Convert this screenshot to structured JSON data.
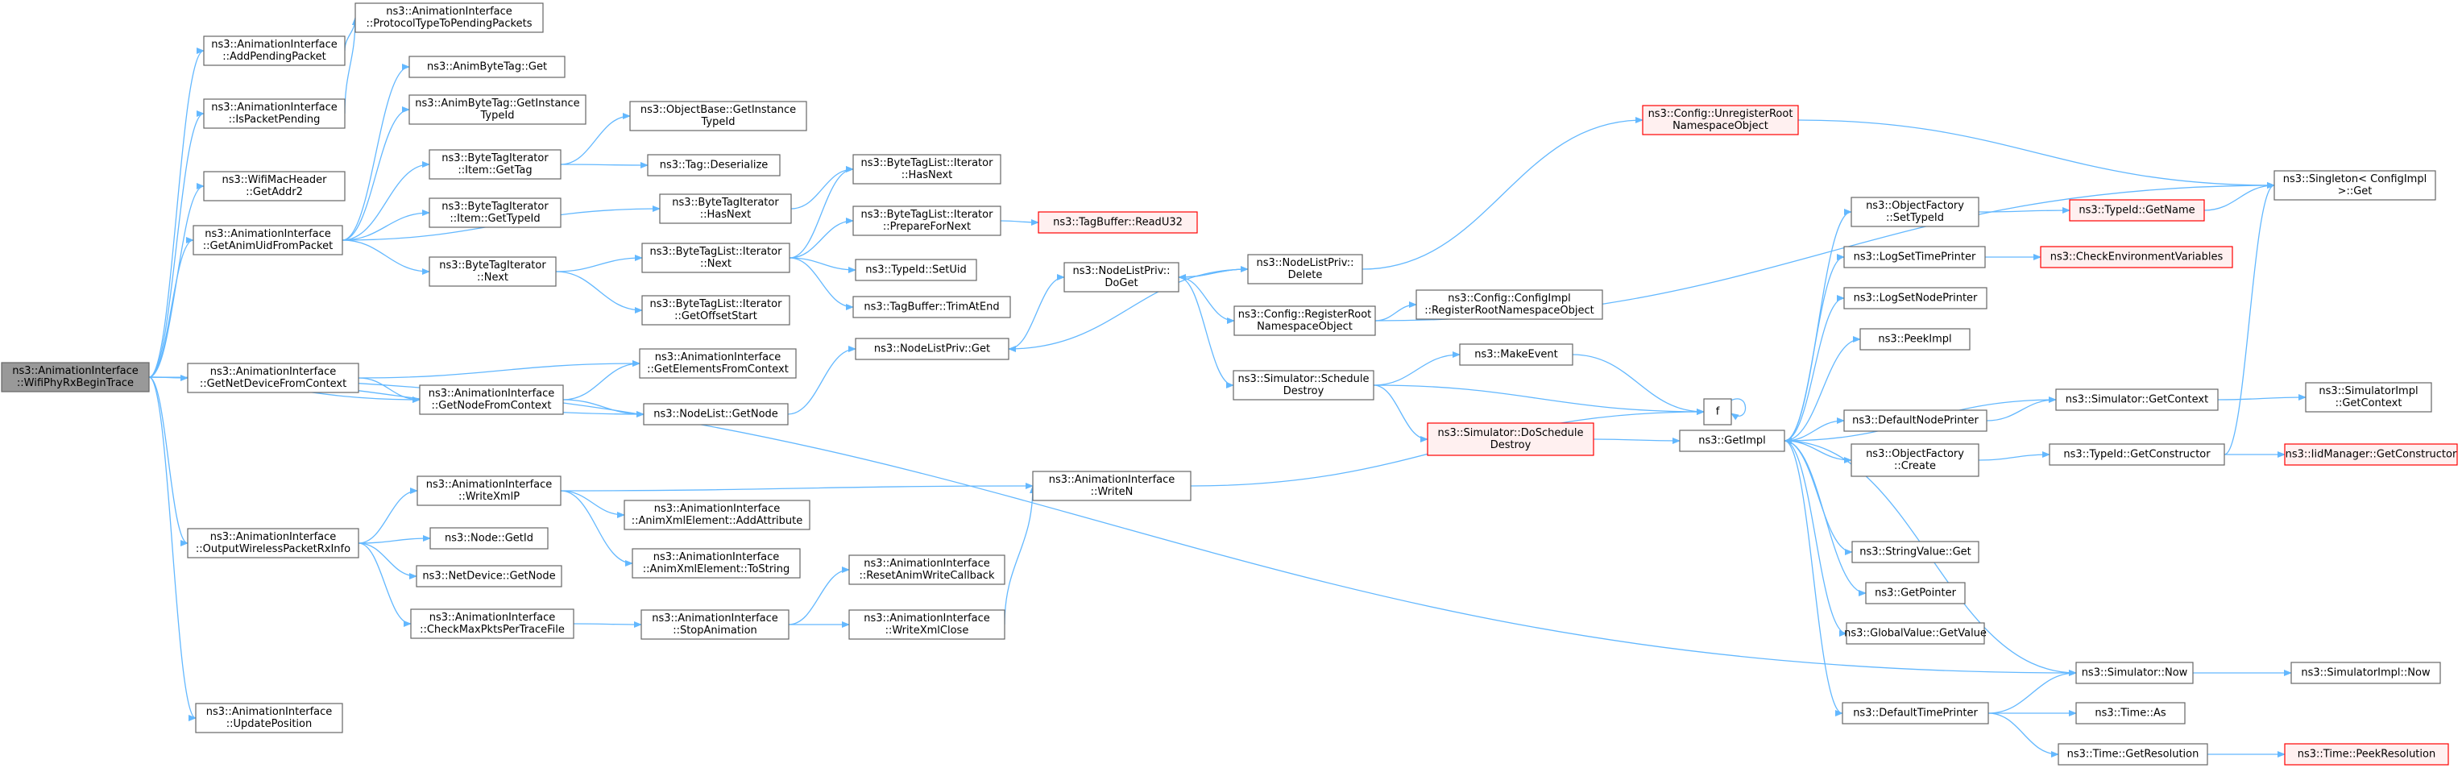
{
  "colors": {
    "edge": "#63b8ff",
    "node_border": "#666666",
    "root_fill": "#999999",
    "truncated_border": "#ff0000",
    "truncated_fill": "#fff0f0"
  },
  "nodes": [
    {
      "id": "root",
      "lines": [
        "ns3::AnimationInterface",
        "::WifiPhyRxBeginTrace"
      ],
      "style": "root"
    },
    {
      "id": "addPending",
      "lines": [
        "ns3::AnimationInterface",
        "::AddPendingPacket"
      ]
    },
    {
      "id": "protoType",
      "lines": [
        "ns3::AnimationInterface",
        "::ProtocolTypeToPendingPackets"
      ]
    },
    {
      "id": "isPacketPending",
      "lines": [
        "ns3::AnimationInterface",
        "::IsPacketPending"
      ]
    },
    {
      "id": "animByteTagGet",
      "lines": [
        "ns3::AnimByteTag::Get"
      ]
    },
    {
      "id": "animByteTagGetInst",
      "lines": [
        "ns3::AnimByteTag::GetInstance",
        "TypeId"
      ]
    },
    {
      "id": "wifiMacHeader",
      "lines": [
        "ns3::WifiMacHeader",
        "::GetAddr2"
      ]
    },
    {
      "id": "itemGetTag",
      "lines": [
        "ns3::ByteTagIterator",
        "::Item::GetTag"
      ]
    },
    {
      "id": "objectBaseGetInst",
      "lines": [
        "ns3::ObjectBase::GetInstance",
        "TypeId"
      ]
    },
    {
      "id": "tagDeserialize",
      "lines": [
        "ns3::Tag::Deserialize"
      ]
    },
    {
      "id": "getAnimUid",
      "lines": [
        "ns3::AnimationInterface",
        "::GetAnimUidFromPacket"
      ]
    },
    {
      "id": "itemGetTypeId",
      "lines": [
        "ns3::ByteTagIterator",
        "::Item::GetTypeId"
      ]
    },
    {
      "id": "btiHasNext",
      "lines": [
        "ns3::ByteTagIterator",
        "::HasNext"
      ]
    },
    {
      "id": "btlIterHasNext",
      "lines": [
        "ns3::ByteTagList::Iterator",
        "::HasNext"
      ]
    },
    {
      "id": "btiNext",
      "lines": [
        "ns3::ByteTagIterator",
        "::Next"
      ]
    },
    {
      "id": "btlIterNext",
      "lines": [
        "ns3::ByteTagList::Iterator",
        "::Next"
      ]
    },
    {
      "id": "prepareForNext",
      "lines": [
        "ns3::ByteTagList::Iterator",
        "::PrepareForNext"
      ]
    },
    {
      "id": "tagBufferReadU32",
      "lines": [
        "ns3::TagBuffer::ReadU32"
      ],
      "style": "red"
    },
    {
      "id": "typeIdSetUid",
      "lines": [
        "ns3::TypeId::SetUid"
      ]
    },
    {
      "id": "getOffsetStart",
      "lines": [
        "ns3::ByteTagList::Iterator",
        "::GetOffsetStart"
      ]
    },
    {
      "id": "tagBufferTrimAtEnd",
      "lines": [
        "ns3::TagBuffer::TrimAtEnd"
      ]
    },
    {
      "id": "unregisterRoot",
      "lines": [
        "ns3::Config::UnregisterRoot",
        "NamespaceObject"
      ],
      "style": "red"
    },
    {
      "id": "nodeListPrivDelete",
      "lines": [
        "ns3::NodeListPriv::",
        "Delete"
      ]
    },
    {
      "id": "nodeListPrivDoGet",
      "lines": [
        "ns3::NodeListPriv::",
        "DoGet"
      ]
    },
    {
      "id": "registerRoot",
      "lines": [
        "ns3::Config::RegisterRoot",
        "NamespaceObject"
      ]
    },
    {
      "id": "configImplRegister",
      "lines": [
        "ns3::Config::ConfigImpl",
        "::RegisterRootNamespaceObject"
      ]
    },
    {
      "id": "nodeListPrivGet",
      "lines": [
        "ns3::NodeListPriv::Get"
      ]
    },
    {
      "id": "getNetDevice",
      "lines": [
        "ns3::AnimationInterface",
        "::GetNetDeviceFromContext"
      ]
    },
    {
      "id": "getElements",
      "lines": [
        "ns3::AnimationInterface",
        "::GetElementsFromContext"
      ]
    },
    {
      "id": "getNodeFromContext",
      "lines": [
        "ns3::AnimationInterface",
        "::GetNodeFromContext"
      ]
    },
    {
      "id": "nodeListGetNode",
      "lines": [
        "ns3::NodeList::GetNode"
      ]
    },
    {
      "id": "simulatorSchedule",
      "lines": [
        "ns3::Simulator::Schedule",
        "Destroy"
      ]
    },
    {
      "id": "makeEvent",
      "lines": [
        "ns3::MakeEvent"
      ]
    },
    {
      "id": "f",
      "lines": [
        "f"
      ]
    },
    {
      "id": "doSchedule",
      "lines": [
        "ns3::Simulator::DoSchedule",
        "Destroy"
      ],
      "style": "red"
    },
    {
      "id": "writeXmlP",
      "lines": [
        "ns3::AnimationInterface",
        "::WriteXmlP"
      ]
    },
    {
      "id": "addAttribute",
      "lines": [
        "ns3::AnimationInterface",
        "::AnimXmlElement::AddAttribute"
      ]
    },
    {
      "id": "outputWireless",
      "lines": [
        "ns3::AnimationInterface",
        "::OutputWirelessPacketRxInfo"
      ]
    },
    {
      "id": "nodeGetId",
      "lines": [
        "ns3::Node::GetId"
      ]
    },
    {
      "id": "toString",
      "lines": [
        "ns3::AnimationInterface",
        "::AnimXmlElement::ToString"
      ]
    },
    {
      "id": "netDeviceGetNode",
      "lines": [
        "ns3::NetDevice::GetNode"
      ]
    },
    {
      "id": "checkMaxPkts",
      "lines": [
        "ns3::AnimationInterface",
        "::CheckMaxPktsPerTraceFile"
      ]
    },
    {
      "id": "resetAnimWrite",
      "lines": [
        "ns3::AnimationInterface",
        "::ResetAnimWriteCallback"
      ]
    },
    {
      "id": "stopAnimation",
      "lines": [
        "ns3::AnimationInterface",
        "::StopAnimation"
      ]
    },
    {
      "id": "writeXmlClose",
      "lines": [
        "ns3::AnimationInterface",
        "::WriteXmlClose"
      ]
    },
    {
      "id": "writeN",
      "lines": [
        "ns3::AnimationInterface",
        "::WriteN"
      ]
    },
    {
      "id": "updatePosition",
      "lines": [
        "ns3::AnimationInterface",
        "::UpdatePosition"
      ]
    },
    {
      "id": "objectFactorySetTypeId",
      "lines": [
        "ns3::ObjectFactory",
        "::SetTypeId"
      ]
    },
    {
      "id": "typeIdGetName",
      "lines": [
        "ns3::TypeId::GetName"
      ],
      "style": "red"
    },
    {
      "id": "singletonGet",
      "lines": [
        "ns3::Singleton< ConfigImpl",
        " >::Get"
      ]
    },
    {
      "id": "logSetTimePrinter",
      "lines": [
        "ns3::LogSetTimePrinter"
      ]
    },
    {
      "id": "checkEnvVars",
      "lines": [
        "ns3::CheckEnvironmentVariables"
      ],
      "style": "red"
    },
    {
      "id": "logSetNodePrinter",
      "lines": [
        "ns3::LogSetNodePrinter"
      ]
    },
    {
      "id": "peekImpl",
      "lines": [
        "ns3::PeekImpl"
      ]
    },
    {
      "id": "getImpl",
      "lines": [
        "ns3::GetImpl"
      ]
    },
    {
      "id": "defaultNodePrinter",
      "lines": [
        "ns3::DefaultNodePrinter"
      ]
    },
    {
      "id": "simulatorGetContext",
      "lines": [
        "ns3::Simulator::GetContext"
      ]
    },
    {
      "id": "simulatorImplGetContext",
      "lines": [
        "ns3::SimulatorImpl",
        "::GetContext"
      ]
    },
    {
      "id": "objectFactoryCreate",
      "lines": [
        "ns3::ObjectFactory",
        "::Create"
      ]
    },
    {
      "id": "typeIdGetConstructor",
      "lines": [
        "ns3::TypeId::GetConstructor"
      ]
    },
    {
      "id": "iidManager",
      "lines": [
        "ns3::IidManager::GetConstructor"
      ],
      "style": "red"
    },
    {
      "id": "stringValueGet",
      "lines": [
        "ns3::StringValue::Get"
      ]
    },
    {
      "id": "getPointer",
      "lines": [
        "ns3::GetPointer"
      ]
    },
    {
      "id": "globalValueGet",
      "lines": [
        "ns3::GlobalValue::GetValue"
      ]
    },
    {
      "id": "simulatorNow",
      "lines": [
        "ns3::Simulator::Now"
      ]
    },
    {
      "id": "simulatorImplNow",
      "lines": [
        "ns3::SimulatorImpl::Now"
      ]
    },
    {
      "id": "defaultTimePrinter",
      "lines": [
        "ns3::DefaultTimePrinter"
      ]
    },
    {
      "id": "timeAs",
      "lines": [
        "ns3::Time::As"
      ]
    },
    {
      "id": "timeGetResolution",
      "lines": [
        "ns3::Time::GetResolution"
      ]
    },
    {
      "id": "timePeekResolution",
      "lines": [
        "ns3::Time::PeekResolution"
      ],
      "style": "red"
    }
  ],
  "edges": [
    [
      "root",
      "addPending"
    ],
    [
      "root",
      "isPacketPending"
    ],
    [
      "root",
      "wifiMacHeader"
    ],
    [
      "root",
      "getAnimUid"
    ],
    [
      "root",
      "getNetDevice"
    ],
    [
      "root",
      "getNodeFromContext"
    ],
    [
      "root",
      "nodeListGetNode"
    ],
    [
      "root",
      "outputWireless"
    ],
    [
      "root",
      "simulatorNow"
    ],
    [
      "root",
      "updatePosition"
    ],
    [
      "addPending",
      "protoType"
    ],
    [
      "isPacketPending",
      "protoType"
    ],
    [
      "getAnimUid",
      "animByteTagGet"
    ],
    [
      "getAnimUid",
      "animByteTagGetInst"
    ],
    [
      "getAnimUid",
      "itemGetTag"
    ],
    [
      "getAnimUid",
      "itemGetTypeId"
    ],
    [
      "getAnimUid",
      "btiHasNext"
    ],
    [
      "getAnimUid",
      "btiNext"
    ],
    [
      "itemGetTag",
      "objectBaseGetInst"
    ],
    [
      "itemGetTag",
      "tagDeserialize"
    ],
    [
      "btiHasNext",
      "btlIterHasNext"
    ],
    [
      "btiNext",
      "btlIterNext"
    ],
    [
      "btiNext",
      "getOffsetStart"
    ],
    [
      "btlIterNext",
      "btlIterHasNext"
    ],
    [
      "btlIterNext",
      "prepareForNext"
    ],
    [
      "btlIterNext",
      "typeIdSetUid"
    ],
    [
      "btlIterNext",
      "tagBufferTrimAtEnd"
    ],
    [
      "prepareForNext",
      "tagBufferReadU32"
    ],
    [
      "getNetDevice",
      "getElements"
    ],
    [
      "getNetDevice",
      "getNodeFromContext"
    ],
    [
      "getNodeFromContext",
      "getElements"
    ],
    [
      "getNodeFromContext",
      "nodeListGetNode"
    ],
    [
      "nodeListGetNode",
      "nodeListPrivGet"
    ],
    [
      "nodeListPrivGet",
      "nodeListPrivDoGet"
    ],
    [
      "nodeListPrivDoGet",
      "nodeListPrivDelete"
    ],
    [
      "nodeListPrivDoGet",
      "registerRoot"
    ],
    [
      "nodeListPrivDoGet",
      "simulatorSchedule"
    ],
    [
      "nodeListPrivDelete",
      "nodeListPrivGet"
    ],
    [
      "nodeListPrivDelete",
      "nodeListPrivDoGet"
    ],
    [
      "nodeListPrivDelete",
      "unregisterRoot"
    ],
    [
      "registerRoot",
      "configImplRegister"
    ],
    [
      "registerRoot",
      "singletonGet"
    ],
    [
      "unregisterRoot",
      "singletonGet"
    ],
    [
      "simulatorSchedule",
      "makeEvent"
    ],
    [
      "simulatorSchedule",
      "f"
    ],
    [
      "simulatorSchedule",
      "doSchedule"
    ],
    [
      "makeEvent",
      "f"
    ],
    [
      "f",
      "f"
    ],
    [
      "doSchedule",
      "getImpl"
    ],
    [
      "writeN",
      "f"
    ],
    [
      "outputWireless",
      "writeXmlP"
    ],
    [
      "outputWireless",
      "nodeGetId"
    ],
    [
      "outputWireless",
      "netDeviceGetNode"
    ],
    [
      "outputWireless",
      "checkMaxPkts"
    ],
    [
      "writeXmlP",
      "addAttribute"
    ],
    [
      "writeXmlP",
      "toString"
    ],
    [
      "writeXmlP",
      "writeN"
    ],
    [
      "checkMaxPkts",
      "stopAnimation"
    ],
    [
      "stopAnimation",
      "resetAnimWrite"
    ],
    [
      "stopAnimation",
      "writeXmlClose"
    ],
    [
      "writeXmlClose",
      "writeN"
    ],
    [
      "getImpl",
      "objectFactorySetTypeId"
    ],
    [
      "getImpl",
      "logSetTimePrinter"
    ],
    [
      "getImpl",
      "logSetNodePrinter"
    ],
    [
      "getImpl",
      "peekImpl"
    ],
    [
      "getImpl",
      "defaultNodePrinter"
    ],
    [
      "getImpl",
      "objectFactoryCreate"
    ],
    [
      "getImpl",
      "stringValueGet"
    ],
    [
      "getImpl",
      "getPointer"
    ],
    [
      "getImpl",
      "globalValueGet"
    ],
    [
      "getImpl",
      "defaultTimePrinter"
    ],
    [
      "objectFactorySetTypeId",
      "typeIdGetName"
    ],
    [
      "typeIdGetName",
      "singletonGet"
    ],
    [
      "logSetTimePrinter",
      "checkEnvVars"
    ],
    [
      "defaultNodePrinter",
      "simulatorGetContext"
    ],
    [
      "simulatorGetContext",
      "getImpl"
    ],
    [
      "simulatorGetContext",
      "simulatorImplGetContext"
    ],
    [
      "objectFactoryCreate",
      "typeIdGetConstructor"
    ],
    [
      "typeIdGetConstructor",
      "iidManager"
    ],
    [
      "typeIdGetConstructor",
      "singletonGet"
    ],
    [
      "simulatorNow",
      "getImpl"
    ],
    [
      "simulatorNow",
      "simulatorImplNow"
    ],
    [
      "defaultTimePrinter",
      "simulatorNow"
    ],
    [
      "defaultTimePrinter",
      "timeAs"
    ],
    [
      "defaultTimePrinter",
      "timeGetResolution"
    ],
    [
      "timeGetResolution",
      "timePeekResolution"
    ]
  ]
}
